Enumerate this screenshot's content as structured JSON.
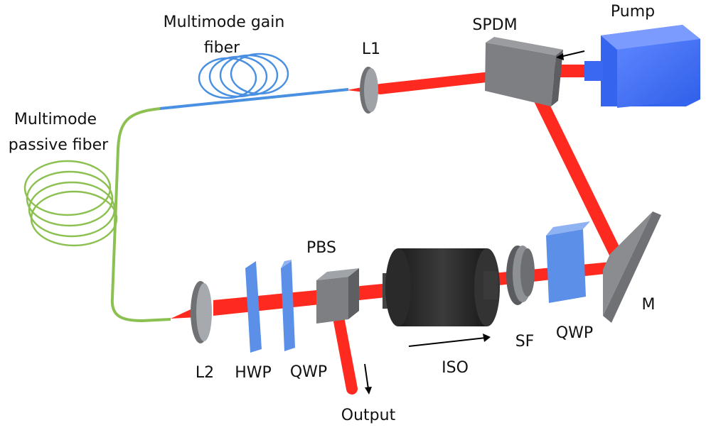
{
  "labels": {
    "gain_fiber_line1": "Multimode gain",
    "gain_fiber_line2": "fiber",
    "passive_fiber_line1": "Multimode",
    "passive_fiber_line2": "passive fiber",
    "l1": "L1",
    "spdm": "SPDM",
    "pump": "Pump",
    "pbs": "PBS",
    "m": "M",
    "sf": "SF",
    "qwp_right": "QWP",
    "iso": "ISO",
    "l2": "L2",
    "hwp": "HWP",
    "qwp_left": "QWP",
    "output": "Output"
  },
  "colors": {
    "beam": "#ff2a1f",
    "gain_fiber": "#4a90e2",
    "passive_fiber": "#8cc152",
    "optic_gray": "#7d7f82",
    "waveplate_blue": "#5b8fe8",
    "pump_blue": "#3f6ff2",
    "isolator": "#2b2b2b"
  }
}
